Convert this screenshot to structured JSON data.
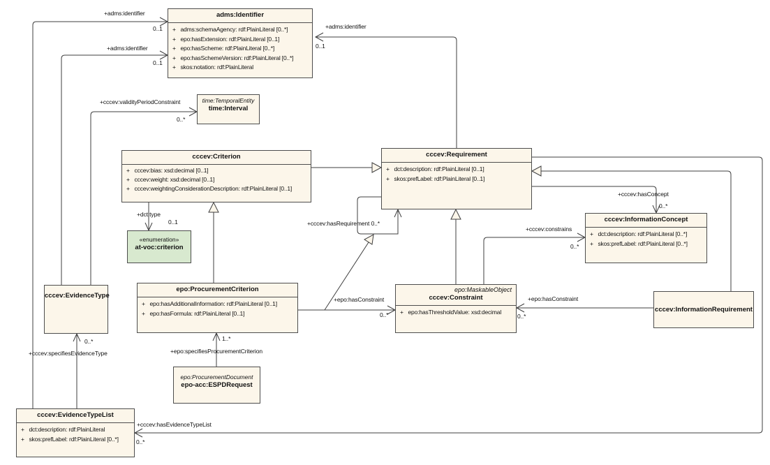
{
  "diagram": {
    "background": "#ffffff",
    "box_fill": "#fcf6ea",
    "box_border": "#4d4d4d",
    "enum_fill": "#d8e9cf",
    "line_color": "#3f3f3f",
    "text_color": "#111111"
  },
  "classes": {
    "identifier": {
      "name": "adms:Identifier",
      "attributes": [
        "+   adms:schemaAgency: rdf:PlainLiteral [0..*]",
        "+   epo:hasExtension: rdf:PlainLiteral [0..1]",
        "+   epo:hasScheme: rdf:PlainLiteral [0..*]",
        "+   epo:hasSchemeVersion: rdf:PlainLiteral [0..*]",
        "+   skos:notation: rdf:PlainLiteral"
      ]
    },
    "interval": {
      "supertype": "time:TemporalEntity",
      "name": "time:Interval"
    },
    "criterion": {
      "name": "cccev:Criterion",
      "attributes": [
        "+   cccev:bias: xsd:decimal [0..1]",
        "+   cccev:weight: xsd:decimal [0..1]",
        "+   cccev:weightingConsiderationDescription: rdf:PlainLiteral [0..1]"
      ]
    },
    "requirement": {
      "name": "cccev:Requirement",
      "attributes": [
        "+   dct:description: rdf:PlainLiteral [0..1]",
        "+   skos:prefLabel: rdf:PlainLiteral [0..1]"
      ]
    },
    "enum_criterion": {
      "stereotype": "«enumeration»",
      "name": "at-voc:criterion"
    },
    "information_concept": {
      "name": "cccev:InformationConcept",
      "attributes": [
        "+   dct:description: rdf:PlainLiteral [0..*]",
        "+   skos:prefLabel: rdf:PlainLiteral [0..*]"
      ]
    },
    "evidence_type": {
      "name": "cccev:EvidenceType"
    },
    "procurement_criterion": {
      "name": "epo:ProcurementCriterion",
      "attributes": [
        "+   epo:hasAdditionalInformation: rdf:PlainLiteral [0..1]",
        "+   epo:hasFormula: rdf:PlainLiteral [0..1]"
      ]
    },
    "constraint": {
      "supertype": "epo:MaskableObject",
      "name": "cccev:Constraint",
      "attributes": [
        "+   epo:hasThresholdValue: xsd:decimal"
      ]
    },
    "information_requirement": {
      "name": "cccev:InformationRequirement"
    },
    "espd_request": {
      "supertype": "epo:ProcurementDocument",
      "name": "epo-acc:ESPDRequest"
    },
    "evidence_type_list": {
      "name": "cccev:EvidenceTypeList",
      "attributes": [
        "+   dct:description: rdf:PlainLiteral",
        "+   skos:prefLabel: rdf:PlainLiteral [0..*]"
      ]
    }
  },
  "edges": {
    "etl_identifier": {
      "label": "+adms:identifier",
      "mult": "0..1"
    },
    "et_identifier": {
      "label": "+adms:identifier",
      "mult": "0..1"
    },
    "req_identifier": {
      "label": "+adms:identifier",
      "mult": "0..1"
    },
    "et_interval": {
      "label": "+cccev:validityPeriodConstraint",
      "mult": "0..*"
    },
    "crit_type": {
      "label": "+dct:type",
      "mult": "0..1"
    },
    "req_self": {
      "label": "+cccev:hasRequirement 0..*"
    },
    "req_concept": {
      "label": "+cccev:hasConcept",
      "mult": "0..*"
    },
    "constraint_concept": {
      "label": "+cccev:constrains",
      "mult": "0..*"
    },
    "pc_constraint": {
      "label": "+epo:hasConstraint",
      "mult": "0..*"
    },
    "ir_constraint": {
      "label": "+epo:hasConstraint",
      "mult": "0..*"
    },
    "req_etl": {
      "label": "+cccev:hasEvidenceTypeList",
      "mult": "0..*"
    },
    "espd_pc": {
      "label": "+epo:specifiesProcurementCriterion",
      "mult": "1..*"
    },
    "etl_et": {
      "label": "+cccev:specifiesEvidenceType",
      "mult": "0..*"
    }
  }
}
